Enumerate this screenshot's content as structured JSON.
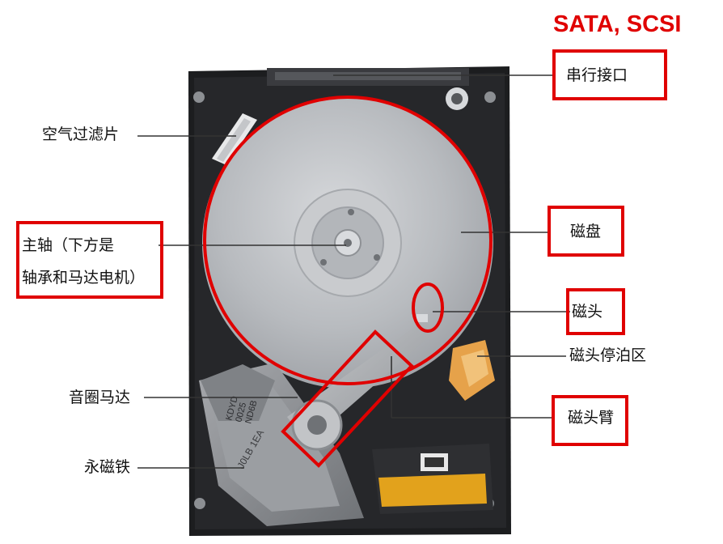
{
  "title": "SATA, SCSI",
  "labels": {
    "interface": "串行接口",
    "air_filter": "空气过滤片",
    "spindle_line1": "主轴（下方是",
    "spindle_line2": "轴承和马达电机）",
    "platter": "磁盘",
    "head": "磁头",
    "head_parking": "磁头停泊区",
    "voice_coil_motor": "音圈马达",
    "head_arm": "磁头臂",
    "permanent_magnet": "永磁铁"
  },
  "colors": {
    "highlight": "#e00000",
    "drive_body": "#1c1d1f",
    "platter": "#b9bcc0",
    "parking_ramp": "#e6a24a",
    "flex_cable": "#e2a21c"
  },
  "printed_text": {
    "drive_label_line1": "KDYD",
    "drive_label_line2": "0025",
    "drive_label_line3": "ND6B",
    "magnet_label": "J0LB 1EA"
  }
}
